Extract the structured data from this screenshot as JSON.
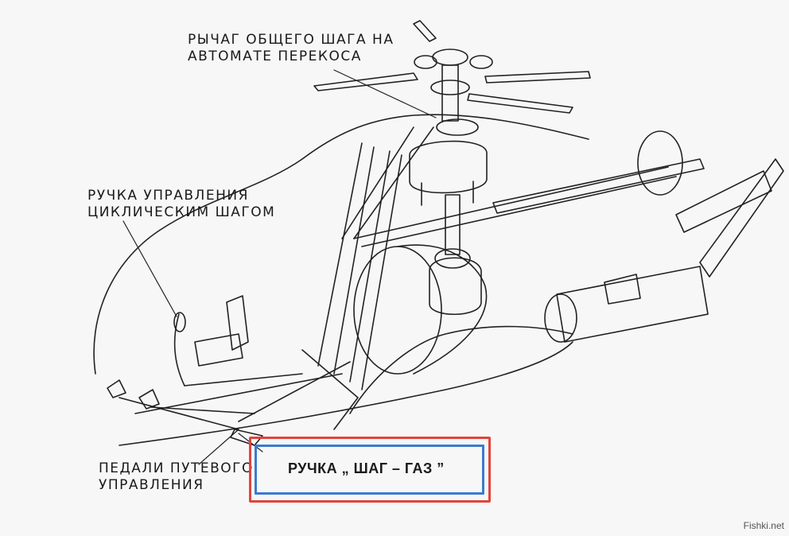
{
  "labels": {
    "collective_lever_line1": "РЫЧАГ ОБЩЕГО ШАГА НА",
    "collective_lever_line2": "АВТОМАТЕ ПЕРЕКОСА",
    "cyclic_stick_line1": "РУЧКА УПРАВЛЕНИЯ",
    "cyclic_stick_line2": "ЦИКЛИЧЕСКИМ ШАГОМ",
    "pedals_line1": "ПЕДАЛИ ПУТЕВОГО",
    "pedals_line2": "УПРАВЛЕНИЯ",
    "throttle_handle": "РУЧКА „ ШАГ – ГАЗ ”"
  },
  "highlight_colors": {
    "outer_box": "#e0453b",
    "inner_box": "#3b7ad0"
  },
  "watermark": "Fishki.net"
}
